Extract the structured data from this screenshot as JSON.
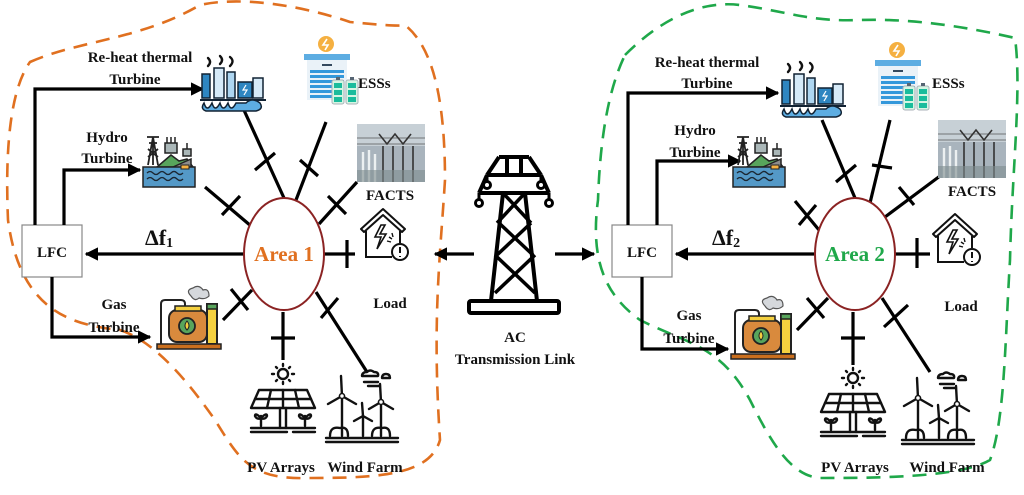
{
  "title": "Two-area interconnected power system with LFC",
  "colors": {
    "area1_accent": "#E07020",
    "area2_accent": "#1FA84A",
    "area_ellipse_stroke": "#8B2323",
    "wire": "#000000",
    "lfc_box_stroke": "#888888"
  },
  "areas": [
    {
      "name": "Area 1",
      "delta_f_symbol": "Δf",
      "delta_f_subscript": "1",
      "lfc_label": "LFC",
      "components": {
        "reheat_label_line1": "Re-heat thermal",
        "reheat_label_line2": "Turbine",
        "hydro_label_line1": "Hydro",
        "hydro_label_line2": "Turbine",
        "gas_label_line1": "Gas",
        "gas_label_line2": "Turbine",
        "ess_label": "ESSs",
        "facts_label": "FACTS",
        "load_label": "Load",
        "pv_label": "PV Arrays",
        "wind_label": "Wind Farm"
      },
      "icons": [
        "thermal-plant-icon",
        "hydro-plant-icon",
        "gas-turbine-icon",
        "ess-battery-icon",
        "facts-substation-icon",
        "load-house-icon",
        "solar-panel-icon",
        "wind-turbine-icon"
      ]
    },
    {
      "name": "Area 2",
      "delta_f_symbol": "Δf",
      "delta_f_subscript": "2",
      "lfc_label": "LFC",
      "components": {
        "reheat_label_line1": "Re-heat thermal",
        "reheat_label_line2": "Turbine",
        "hydro_label_line1": "Hydro",
        "hydro_label_line2": "Turbine",
        "gas_label_line1": "Gas",
        "gas_label_line2": "Turbine",
        "ess_label": "ESSs",
        "facts_label": "FACTS",
        "load_label": "Load",
        "pv_label": "PV Arrays",
        "wind_label": "Wind Farm"
      },
      "icons": [
        "thermal-plant-icon",
        "hydro-plant-icon",
        "gas-turbine-icon",
        "ess-battery-icon",
        "facts-substation-icon",
        "load-house-icon",
        "solar-panel-icon",
        "wind-turbine-icon"
      ]
    }
  ],
  "tie_line": {
    "label_line1": "AC",
    "label_line2": "Transmission Link",
    "icon": "transmission-tower-icon"
  }
}
